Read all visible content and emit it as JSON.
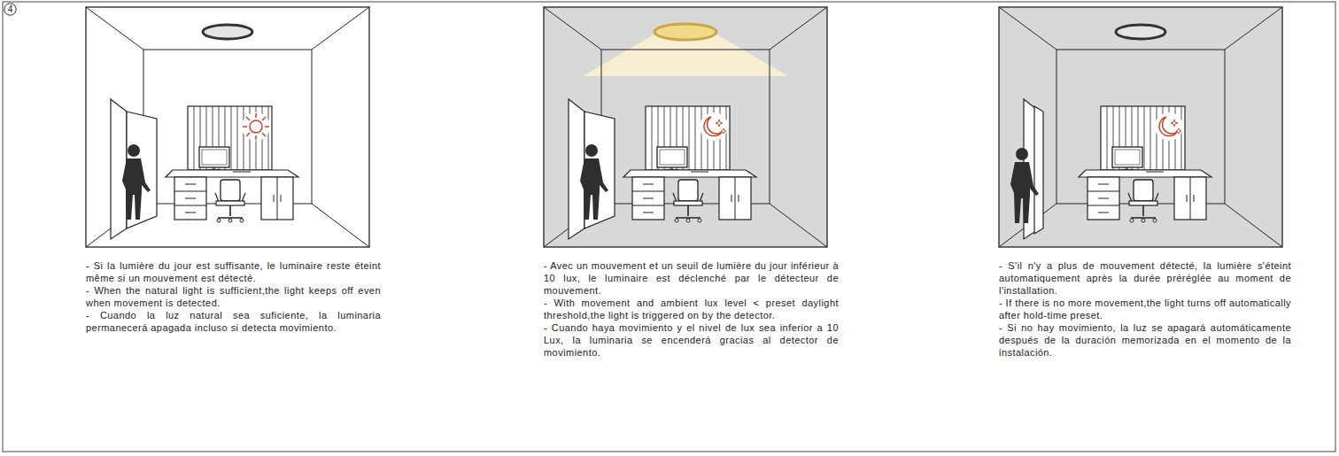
{
  "diagram": {
    "nodes": [
      {
        "text": [
          "4"
        ]
      },
      {
        "text": [
          "- Si la lumière du jour est suffisante, le luminaire reste éteint même si un mouvement est détecté.",
          "- When the natural light is sufficient,the light keeps off even when movement is detected.",
          "- Cuando la luz natural sea suficiente, la luminaria permanecerá apagada incluso si detecta movimiento."
        ]
      },
      {
        "text": [
          "- Avec un mouvement et un seuil de lumière du jour inférieur à 10 lux, le luminaire est déclenché par le détecteur de mouvement.",
          "- With movement and ambient lux level < preset daylight threshold,the light is triggered on by the detector.",
          "- Cuando haya movimiento y el nivel de lux sea inferior a 10 Lux, la luminaria se encenderá gracias al detector de movimiento."
        ]
      },
      {
        "text": [
          "- S'il n'y a plus de mouvement détecté, la lumière s'éteint automatiquement après la durée préréglée au moment de l'installation.",
          "- If there is no more movement,the light turns off automatically after hold-time preset.",
          "- Si no hay movimiento, la luz se apagará automáticamente después de la duración memorizada en el momento de la instalación."
        ]
      }
    ]
  }
}
